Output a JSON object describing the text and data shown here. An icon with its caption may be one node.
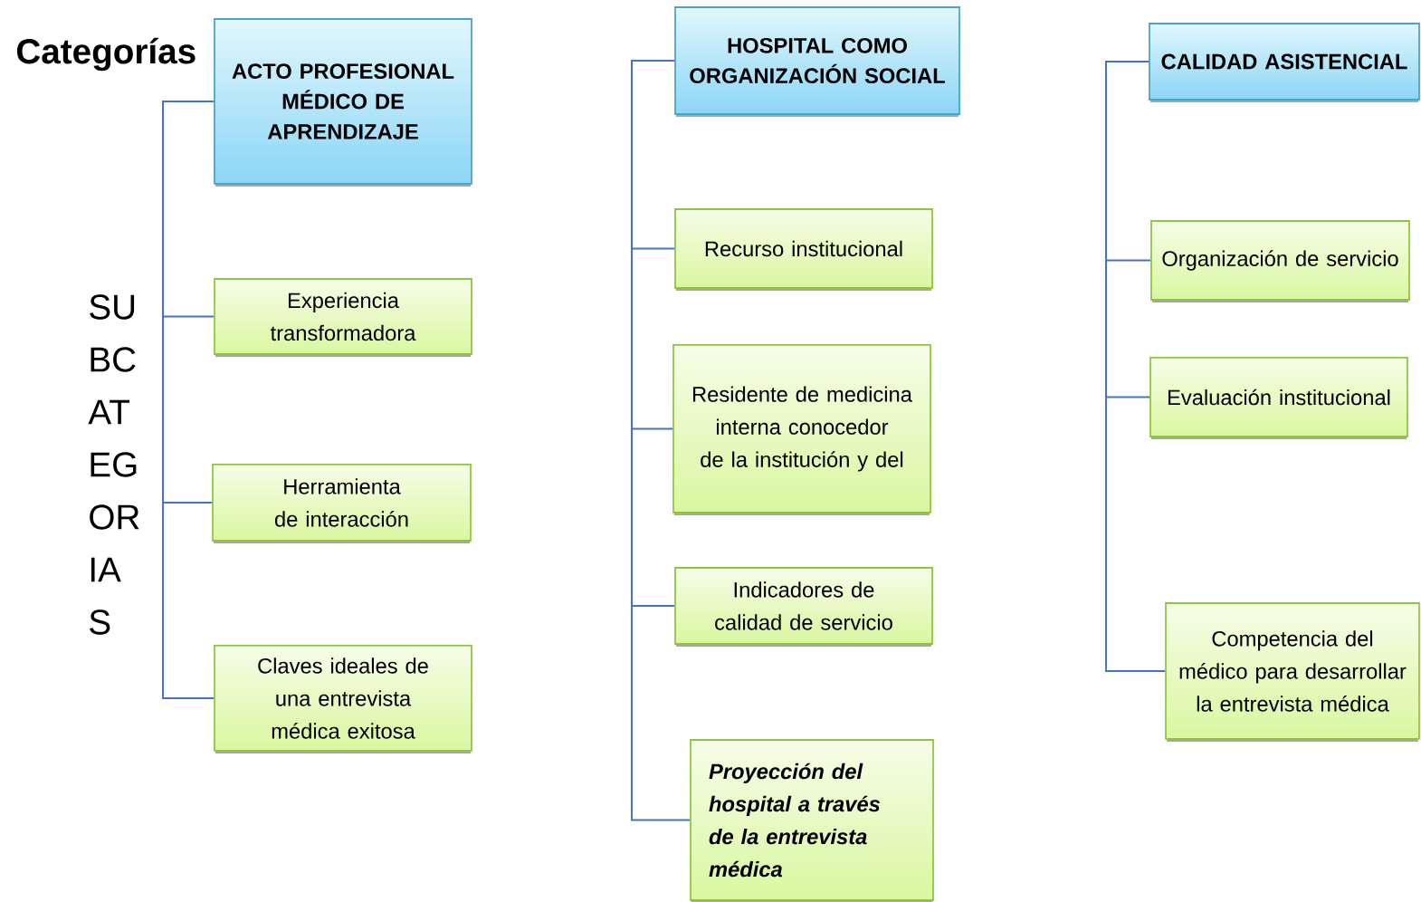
{
  "diagram": {
    "nodes": [
      {
        "text": [
          "ACTO PROFESIONAL MÉDICO DE APRENDIZAJE"
        ]
      },
      {
        "text": [
          "Experiencia transformadora"
        ]
      },
      {
        "text": [
          "Herramienta de interacción"
        ]
      },
      {
        "text": [
          "Claves ideales de una entrevista médica exitosa"
        ]
      },
      {
        "text": [
          "HOSPITAL COMO ORGANIZACIÓN SOCIAL"
        ]
      },
      {
        "text": [
          "Recurso institucional"
        ]
      },
      {
        "text": [
          "Residente de medicina interna conocedor de la institución y del"
        ]
      },
      {
        "text": [
          "Indicadores de calidad de servicio"
        ]
      },
      {
        "text": [
          "Proyección del hospital a través de la entrevista médica"
        ]
      },
      {
        "text": [
          "CALIDAD ASISTENCIAL"
        ]
      },
      {
        "text": [
          "Organización de servicio"
        ]
      },
      {
        "text": [
          "Evaluación institucional"
        ]
      },
      {
        "text": [
          "Competencia del médico para desarrollar la entrevista médica"
        ]
      }
    ],
    "edges": [
      {
        "from": 0,
        "to": 1,
        "arrow": "none"
      },
      {
        "from": 0,
        "to": 2,
        "arrow": "none"
      },
      {
        "from": 0,
        "to": 3,
        "arrow": "none"
      },
      {
        "from": 4,
        "to": 5,
        "arrow": "none"
      },
      {
        "from": 4,
        "to": 6,
        "arrow": "none"
      },
      {
        "from": 4,
        "to": 7,
        "arrow": "none"
      },
      {
        "from": 4,
        "to": 8,
        "arrow": "none"
      },
      {
        "from": 9,
        "to": 10,
        "arrow": "none"
      },
      {
        "from": 9,
        "to": 11,
        "arrow": "none"
      },
      {
        "from": 9,
        "to": 12,
        "arrow": "none"
      }
    ],
    "labels": [
      "Categorías",
      "SU BC AT EG OR IA S"
    ]
  }
}
